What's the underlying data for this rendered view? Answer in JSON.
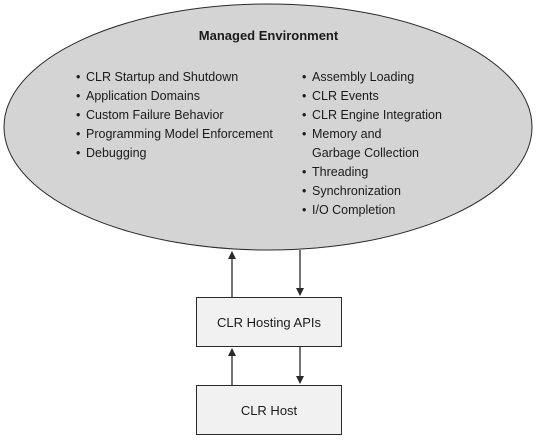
{
  "diagram": {
    "managed_environment": {
      "title": "Managed Environment",
      "left_items": [
        "CLR Startup and Shutdown",
        "Application Domains",
        "Custom Failure Behavior",
        "Programming Model Enforcement",
        "Debugging"
      ],
      "right_items": [
        "Assembly Loading",
        "CLR Events",
        "CLR Engine Integration",
        [
          "Memory and",
          "Garbage Collection"
        ],
        "Threading",
        "Synchronization",
        "I/O Completion"
      ]
    },
    "hosting_apis_label": "CLR Hosting APIs",
    "host_label": "CLR Host",
    "colors": {
      "ellipse_fill": "#d4d4d4",
      "box_fill": "#f1f1f1",
      "stroke": "#2a2a2a"
    }
  }
}
